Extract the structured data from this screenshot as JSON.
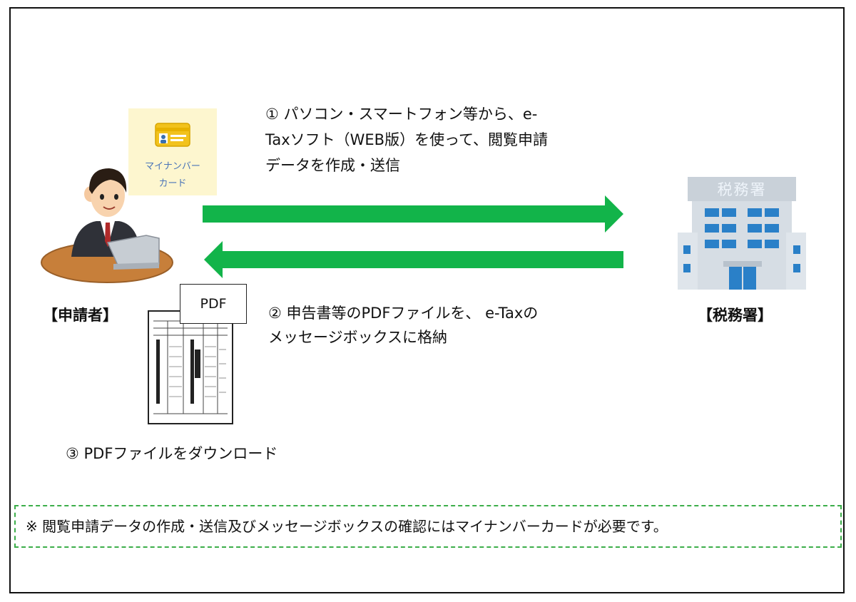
{
  "steps": {
    "step1": {
      "line1": "① パソコン・スマートフォン等から、e-",
      "line2": "Taxソフト（WEB版）を使って、閲覧申請",
      "line3": "データを作成・送信"
    },
    "step2": {
      "line1": "② 申告書等のPDFファイルを、 e-Taxの",
      "line2": "メッセージボックスに格納"
    },
    "step3": "③ PDFファイルをダウンロード"
  },
  "actors": {
    "applicant_label": "【申請者】",
    "office_label": "【税務署】",
    "office_sign": "税務署"
  },
  "card": {
    "line1": "マイナンバー",
    "line2": "カード"
  },
  "document": {
    "tab_label": "PDF"
  },
  "note": "※ 閲覧申請データの作成・送信及びメッセージボックスの確認にはマイナンバーカードが必要です。",
  "colors": {
    "arrow": "#12b44a",
    "note_border": "#3cae4a",
    "building": "#d6dde4",
    "window": "#2a80c8"
  }
}
